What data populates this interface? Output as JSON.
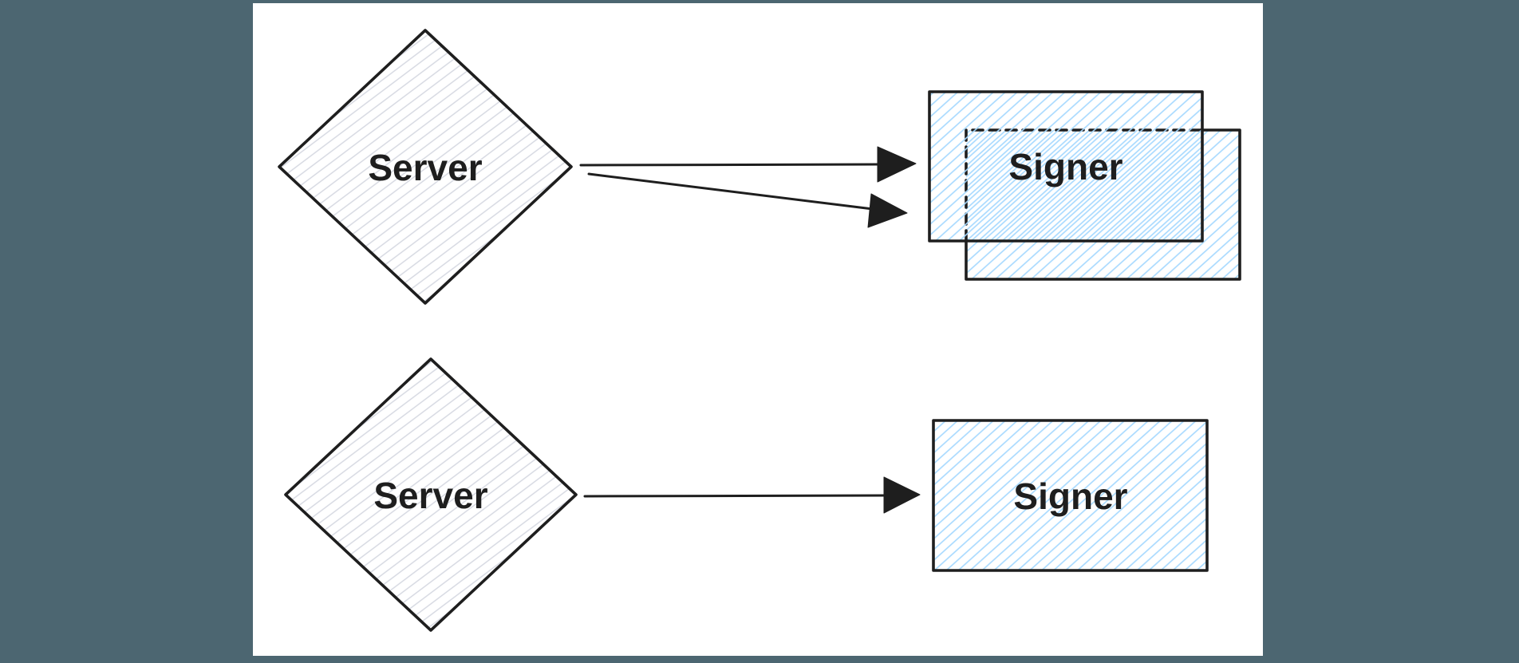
{
  "theme": {
    "page_bg": "#4c6671",
    "canvas_bg": "#ffffff",
    "stroke": "#1e1e1e",
    "gray_hatch": "#d4d7e0",
    "blue_hatch": "#a5d8ff",
    "label_color": "#1e1e1e"
  },
  "diagram": {
    "top_flow": {
      "source": {
        "label": "Server",
        "shape": "diamond",
        "fill": "gray-hachure"
      },
      "target": {
        "label": "Signer",
        "shape": "rectangle",
        "fill": "blue-hachure",
        "instances": 2,
        "hidden_edges_style": "dashed"
      },
      "arrow_count": 2
    },
    "bottom_flow": {
      "source": {
        "label": "Server",
        "shape": "diamond",
        "fill": "gray-hachure"
      },
      "target": {
        "label": "Signer",
        "shape": "rectangle",
        "fill": "blue-hachure",
        "instances": 1
      },
      "arrow_count": 1
    }
  }
}
